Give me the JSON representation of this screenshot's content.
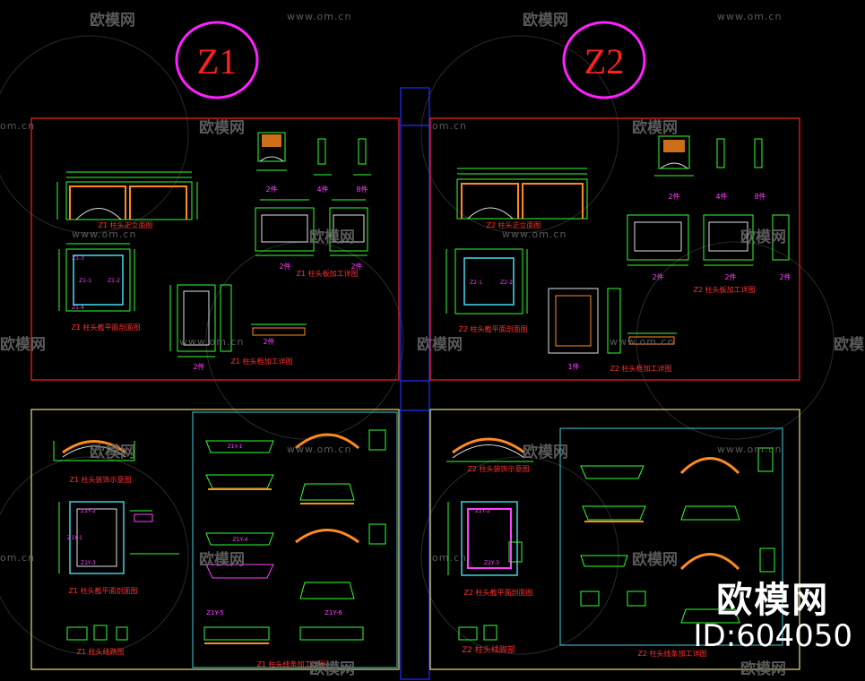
{
  "watermark": {
    "logo_text": "欧模网",
    "url_text": "www.om.cn",
    "url_short": "om.cn",
    "url_partial": "www.om.cn"
  },
  "brand": {
    "name": "欧模网",
    "id_text": "ID:604050"
  },
  "badges": {
    "z1": "Z1",
    "z2": "Z2"
  },
  "colors": {
    "background": "#000000",
    "frame_red": "#ff2020",
    "frame_yellow": "#e8e070",
    "frame_cyan": "#40d0e0",
    "frame_blue": "#2030ff",
    "badge_magenta": "#ff20ff",
    "badge_text": "#ff2020",
    "line_green": "#30ff30",
    "line_white": "#e0e0e0",
    "fill_orange": "#ff8a20",
    "caption_red": "#ff3030",
    "label_magenta": "#ff40ff"
  },
  "labels": {
    "qty_2": "2件",
    "qty_4": "4件",
    "qty_8": "8件",
    "qty_1": "1件"
  }
}
